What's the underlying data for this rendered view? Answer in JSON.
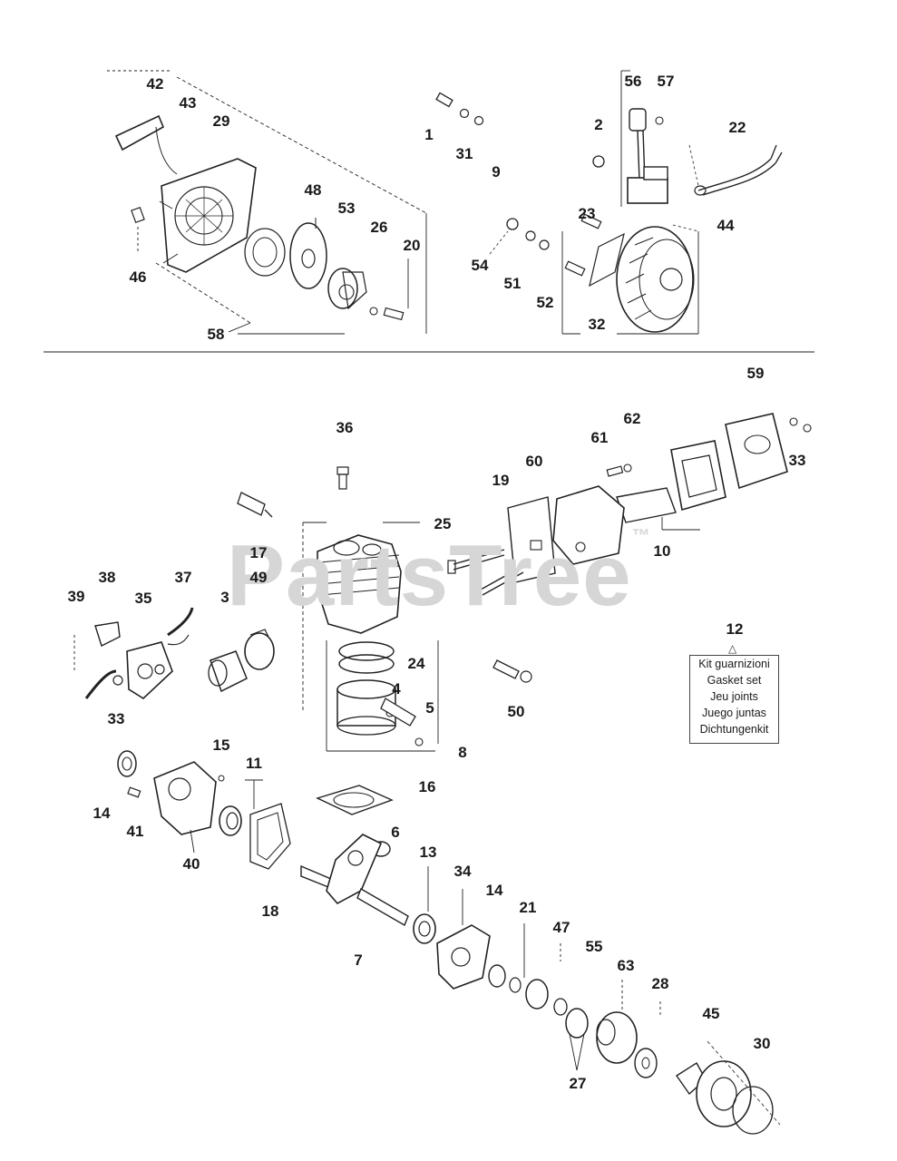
{
  "watermark": "PartsTree",
  "watermark_tm": "™",
  "kit_box": {
    "lines": [
      "Kit guarnizioni",
      "Gasket set",
      "Jeu joints",
      "Juego juntas",
      "Dichtungenkit"
    ]
  },
  "callouts": {
    "n42": "42",
    "n43": "43",
    "n29": "29",
    "n46": "46",
    "n48": "48",
    "n53": "53",
    "n26": "26",
    "n20": "20",
    "n58": "58",
    "n1": "1",
    "n31": "31",
    "n9": "9",
    "n2": "2",
    "n56": "56",
    "n57": "57",
    "n23": "23",
    "n22": "22",
    "n44": "44",
    "n54": "54",
    "n51": "51",
    "n52": "52",
    "n32": "32",
    "n59": "59",
    "n62": "62",
    "n61": "61",
    "n60": "60",
    "n19": "19",
    "n33a": "33",
    "n36": "36",
    "n25": "25",
    "n10": "10",
    "n17": "17",
    "n49": "49",
    "n3": "3",
    "n38": "38",
    "n37": "37",
    "n39": "39",
    "n35": "35",
    "n33b": "33",
    "n24": "24",
    "n4": "4",
    "n5": "5",
    "n8": "8",
    "n12": "12",
    "n50": "50",
    "n15": "15",
    "n11": "11",
    "n14a": "14",
    "n41": "41",
    "n40": "40",
    "n16": "16",
    "n6": "6",
    "n18": "18",
    "n13": "13",
    "n34": "34",
    "n14b": "14",
    "n7": "7",
    "n21": "21",
    "n47": "47",
    "n55": "55",
    "n63": "63",
    "n28": "28",
    "n45": "45",
    "n30": "30",
    "n27": "27"
  }
}
